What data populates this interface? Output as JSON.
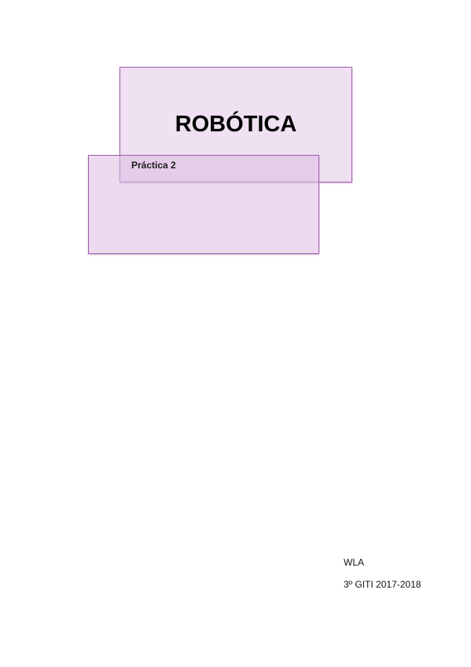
{
  "cover": {
    "title": "ROBÓTICA",
    "subtitle": "Práctica 2"
  },
  "author": {
    "name": "WLA",
    "course": "3º GITI 2017-2018"
  },
  "colors": {
    "accent_border": "#a25ab0",
    "box_fill_light": "#e9d5ec",
    "box_fill_medium": "#dcbee2",
    "text": "#000000"
  }
}
